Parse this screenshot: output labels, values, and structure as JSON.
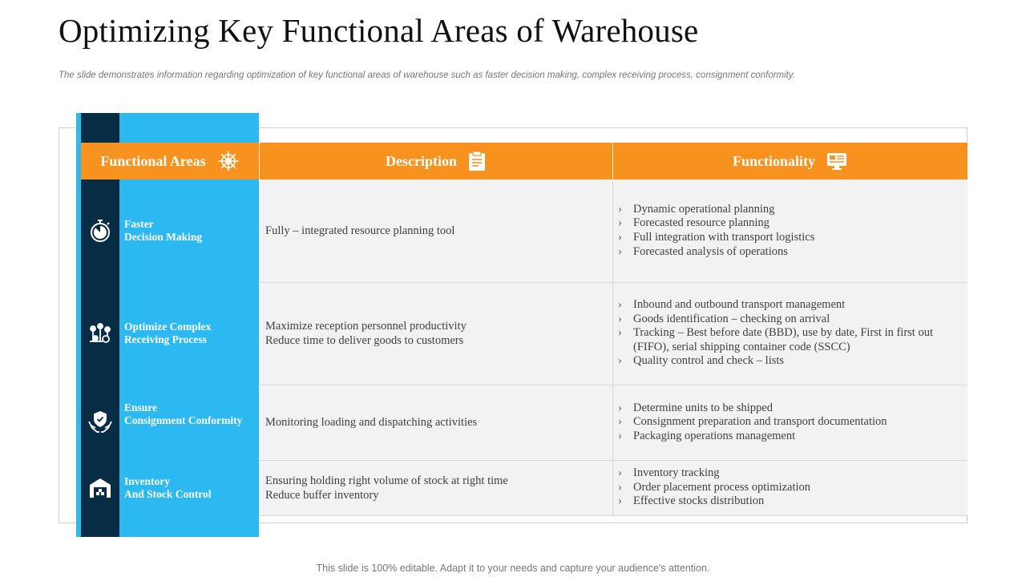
{
  "title": "Optimizing Key Functional Areas of Warehouse",
  "subtitle": "The slide demonstrates information regarding optimization of key functional areas of warehouse such as faster decision making, complex receiving process, consignment conformity.",
  "headers": {
    "areas": "Functional Areas",
    "description": "Description",
    "functionality": "Functionality"
  },
  "header_icons": [
    "wheel-icon",
    "clipboard-icon",
    "monitor-icon"
  ],
  "colors": {
    "accent": "#f7921e",
    "band_light": "#2cb9f2",
    "band_dark": "#062d43",
    "row_bg": "#f2f2f2"
  },
  "rows": [
    {
      "icon": "stopwatch-icon",
      "area": [
        "Faster",
        "Decision Making"
      ],
      "description": [
        "Fully – integrated resource planning tool"
      ],
      "functionality": [
        "Dynamic operational planning",
        "Forecasted resource planning",
        "Full integration with transport logistics",
        "Forecasted analysis of operations"
      ]
    },
    {
      "icon": "network-nodes-icon",
      "area": [
        "Optimize Complex",
        "Receiving  Process"
      ],
      "description": [
        "Maximize reception personnel  productivity",
        "Reduce time to deliver goods to customers"
      ],
      "functionality": [
        "Inbound and outbound transport management",
        "Goods identification – checking on arrival",
        "Tracking – Best before date (BBD), use by date, First in first out (FIFO), serial shipping  container code (SSCC)",
        "Quality control and check – lists"
      ]
    },
    {
      "icon": "shield-hands-icon",
      "area": [
        "Ensure",
        "Consignment  Conformity"
      ],
      "description": [
        "Monitoring loading and dispatching activities"
      ],
      "functionality": [
        "Determine units to be shipped",
        "Consignment  preparation and transport documentation",
        "Packaging operations management"
      ]
    },
    {
      "icon": "warehouse-icon",
      "area": [
        "Inventory",
        "And Stock Control"
      ],
      "description": [
        "Ensuring holding right volume of stock at right time",
        "Reduce buffer inventory"
      ],
      "functionality": [
        "Inventory tracking",
        "Order placement process optimization",
        "Effective stocks distribution"
      ]
    }
  ],
  "footer": "This slide is 100% editable. Adapt it to your needs and capture your audience's attention."
}
